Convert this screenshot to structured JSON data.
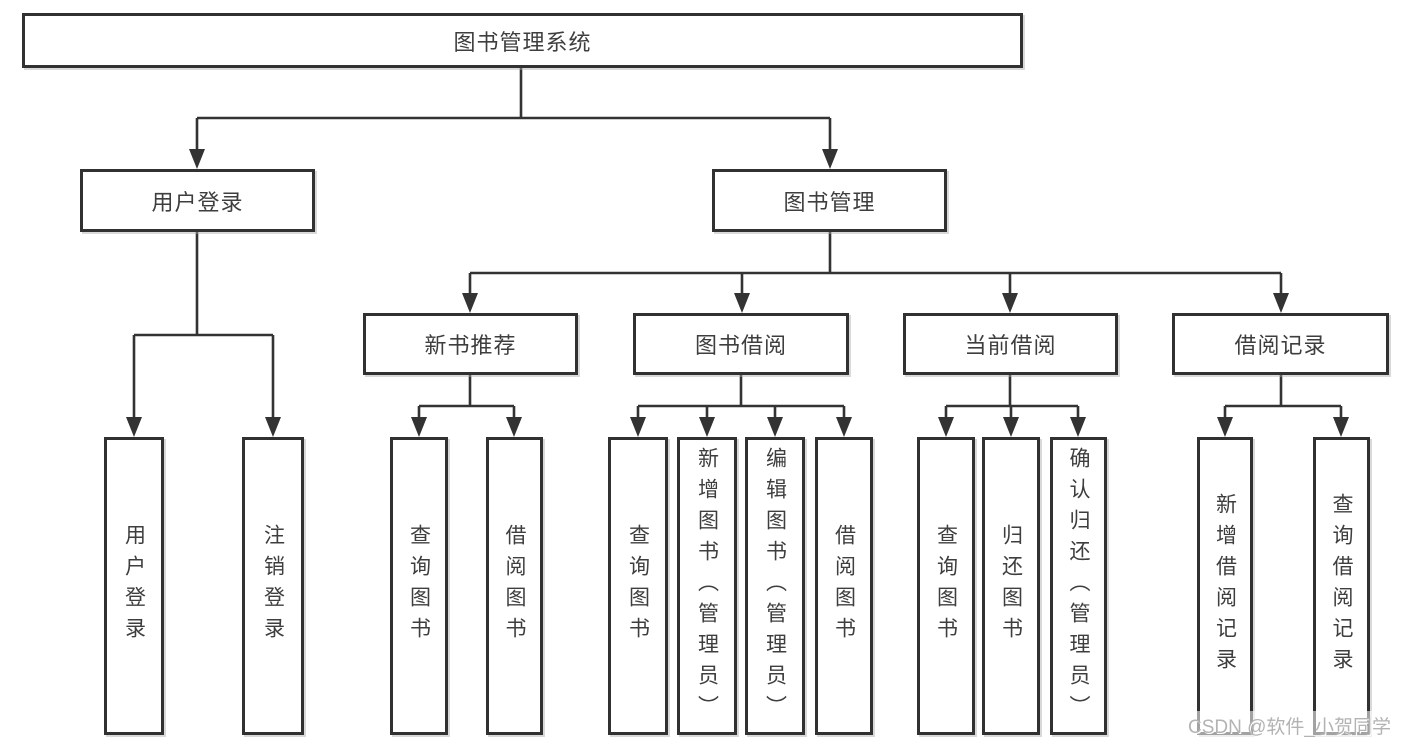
{
  "tree": {
    "root": "图书管理系统",
    "branches": [
      {
        "label": "用户登录",
        "children": [
          {
            "label": "用户登录"
          },
          {
            "label": "注销登录"
          }
        ]
      },
      {
        "label": "图书管理",
        "children": [
          {
            "label": "新书推荐",
            "children": [
              {
                "label": "查询图书"
              },
              {
                "label": "借阅图书"
              }
            ]
          },
          {
            "label": "图书借阅",
            "children": [
              {
                "label": "查询图书"
              },
              {
                "label": "新增图书（管理员）"
              },
              {
                "label": "编辑图书（管理员）"
              },
              {
                "label": "借阅图书"
              }
            ]
          },
          {
            "label": "当前借阅",
            "children": [
              {
                "label": "查询图书"
              },
              {
                "label": "归还图书"
              },
              {
                "label": "确认归还（管理员）"
              }
            ]
          },
          {
            "label": "借阅记录",
            "children": [
              {
                "label": "新增借阅记录"
              },
              {
                "label": "查询借阅记录"
              }
            ]
          }
        ]
      }
    ]
  },
  "watermark": {
    "text": "CSDN @软件_小贺同学"
  },
  "colors": {
    "line": "#333333",
    "box_border": "#313131",
    "box_text": "#3e3e3e",
    "background": "#ffffff",
    "watermark_text": "#b3b3b3"
  }
}
